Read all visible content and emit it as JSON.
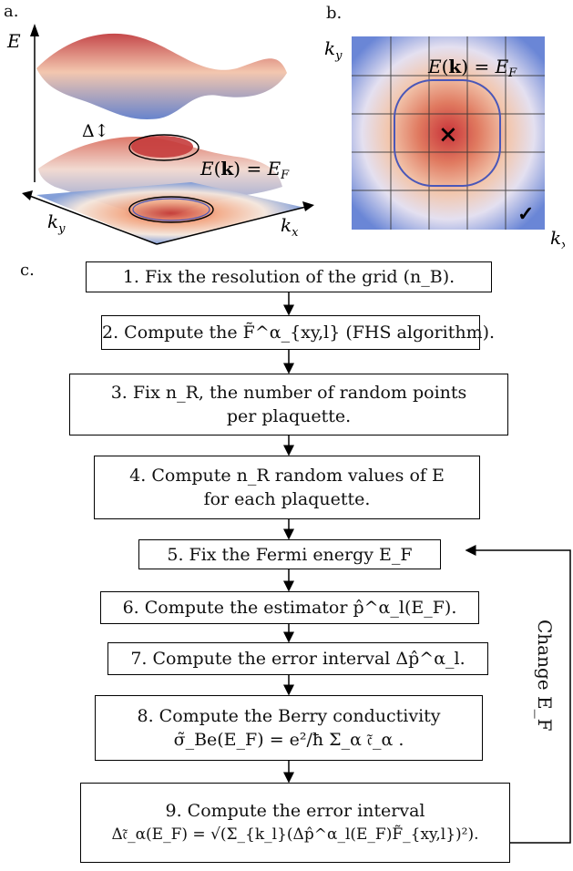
{
  "panels": {
    "a": "a.",
    "b": "b.",
    "c": "c."
  },
  "panel_a": {
    "energy_axis": "E",
    "gap_symbol": "Δ↕",
    "fermi_surface_label": "E(k) = E_F",
    "ky": "k_y",
    "kx": "k_x"
  },
  "panel_b": {
    "ky": "k_y",
    "kx": "k_x",
    "fermi_surface_label": "E(k) = E_F",
    "cross_mark": "×",
    "check_mark": "✓"
  },
  "flowchart": {
    "step1": "1. Fix the resolution of the grid (n_B).",
    "step2": "2. Compute the F̃^α_{xy,l} (FHS algorithm).",
    "step3_line1": "3. Fix n_R, the number of random points",
    "step3_line2": "per plaquette.",
    "step4_line1": "4. Compute n_R random values of E",
    "step4_line2": "for each plaquette.",
    "step5": "5. Fix the Fermi energy E_F",
    "step6": "6. Compute the estimator p̂^α_l(E_F).",
    "step7": "7. Compute the error interval Δp̂^α_l.",
    "step8_line1": "8. Compute the Berry conductivity",
    "step8_line2": "σ̃_Be(E_F) = e²/ħ Σ_α 𝔠̃_α .",
    "step9_line1": "9. Compute the error interval",
    "step9_line2": "Δ𝔠̃_α(E_F) = √(Σ_{k_l}(Δp̂^α_l(E_F)F̃_{xy,l})²).",
    "loop_label": "Change E_F"
  }
}
